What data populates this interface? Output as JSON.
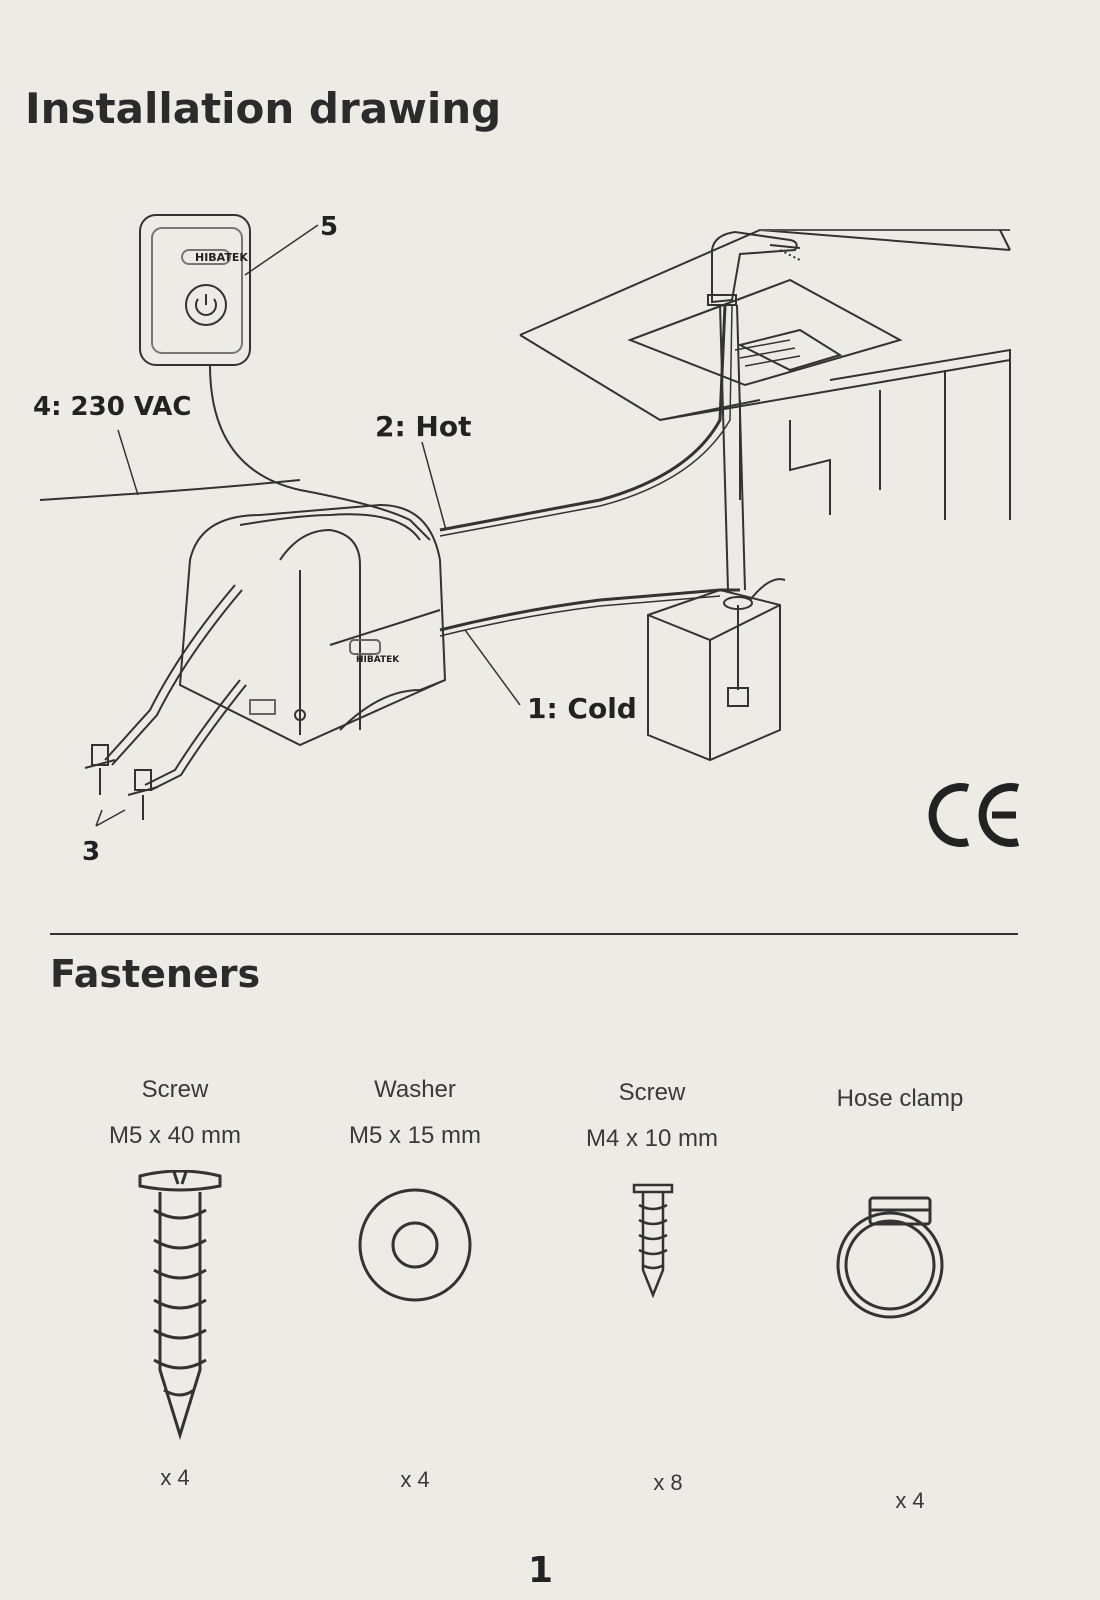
{
  "page": {
    "title": "Installation drawing",
    "number": "1"
  },
  "drawing": {
    "labels": {
      "cold": "1: Cold",
      "hot": "2: Hot",
      "mount": "3",
      "power": "4: 230 VAC",
      "switch": "5"
    },
    "brand": "HIBATEK"
  },
  "fasteners": {
    "title": "Fasteners",
    "items": [
      {
        "name": "Screw",
        "size": "M5 x 40 mm",
        "qty": "x 4"
      },
      {
        "name": "Washer",
        "size": "M5 x 15 mm",
        "qty": "x 4"
      },
      {
        "name": "Screw",
        "size": "M4 x 10 mm",
        "qty": "x 8"
      },
      {
        "name": "Hose clamp",
        "size": "",
        "qty": "x 4"
      }
    ]
  }
}
